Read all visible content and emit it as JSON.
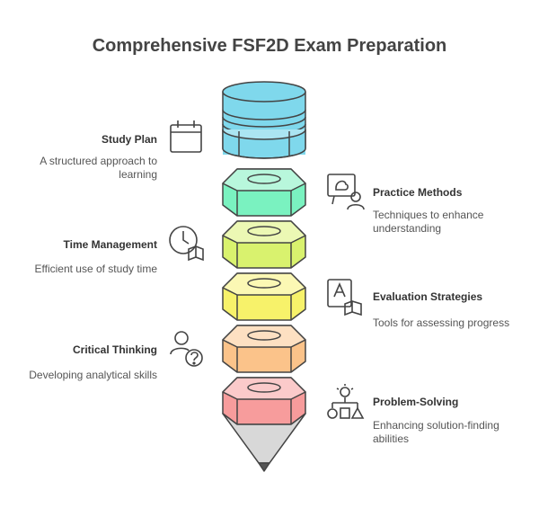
{
  "title": "Comprehensive FSF2D Exam Preparation",
  "colors": {
    "cap": "#7fd8ec",
    "segment_1": "#7af2c0",
    "segment_2": "#d9f26e",
    "segment_3": "#f7f26a",
    "segment_4": "#fbc38a",
    "segment_5": "#f79c9c",
    "outline": "#444444"
  },
  "items": [
    {
      "label": "Study Plan",
      "description": "A structured approach to learning",
      "icon": "calendar-icon",
      "side": "left"
    },
    {
      "label": "Practice Methods",
      "description": "Techniques to enhance understanding",
      "icon": "presentation-icon",
      "side": "right"
    },
    {
      "label": "Time Management",
      "description": "Efficient use of study time",
      "icon": "clock-book-icon",
      "side": "left"
    },
    {
      "label": "Evaluation Strategies",
      "description": "Tools for assessing progress",
      "icon": "exam-book-icon",
      "side": "right"
    },
    {
      "label": "Critical Thinking",
      "description": "Developing analytical skills",
      "icon": "thinking-question-icon",
      "side": "left"
    },
    {
      "label": "Problem-Solving",
      "description": "Enhancing solution-finding abilities",
      "icon": "idea-shapes-icon",
      "side": "right"
    }
  ]
}
